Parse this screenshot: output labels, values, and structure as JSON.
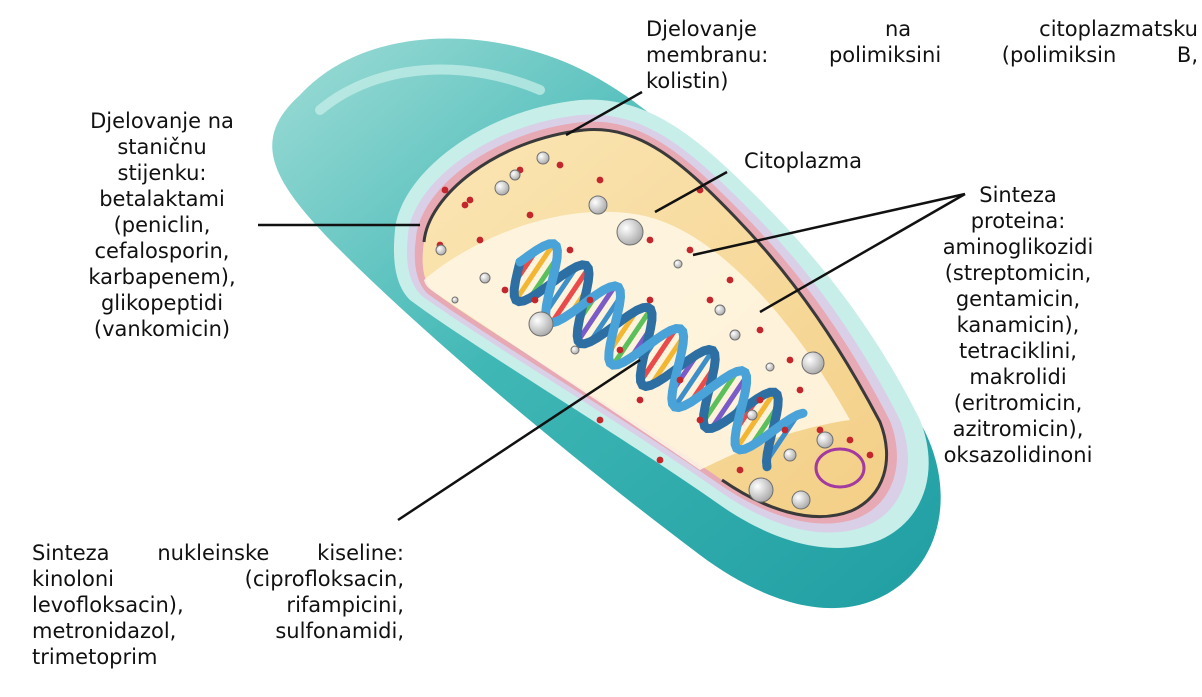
{
  "labels": {
    "cell_wall": [
      "Djelovanje na",
      "staničnu",
      "stijenku:",
      "betalaktami",
      "(peniclin,",
      "cefalosporin,",
      "karbapenem),",
      "glikopeptidi",
      "(vankomicin)"
    ],
    "membrane": [
      "Djelovanje na citoplazmatsku",
      "membranu: polimiksini (polimiksin B,",
      "kolistin)"
    ],
    "cytoplasm": "Citoplazma",
    "protein": [
      "Sinteza",
      "proteina:",
      "aminoglikozidi",
      "(streptomicin,",
      "gentamicin,",
      "kanamicin),",
      "tetraciklini,",
      "makrolidi",
      "(eritromicin,",
      "azitromicin),",
      "oksazolidinoni"
    ],
    "nucleic": [
      "Sinteza nukleinske kiseline:",
      "kinoloni (ciprofloksacin,",
      "levofloksacin), rifampicini,",
      "metronidazol, sulfonamidi,",
      "trimetoprim"
    ]
  },
  "colors": {
    "capsule": "#2fb3b4",
    "capsule_light": "#9fdcd6",
    "cell_wall": "#d9d0e8",
    "membrane": "#e7a9b4",
    "cytoplasm": "#f7d99a",
    "ribosome": "#c1272d",
    "dna_backbone": "#3d8fc9",
    "plasmid": "#a23aa0"
  },
  "icons": [
    "bacterium-cell-illustration",
    "dna-double-helix",
    "plasmid-ring",
    "ribosome-dots",
    "storage-granules"
  ]
}
